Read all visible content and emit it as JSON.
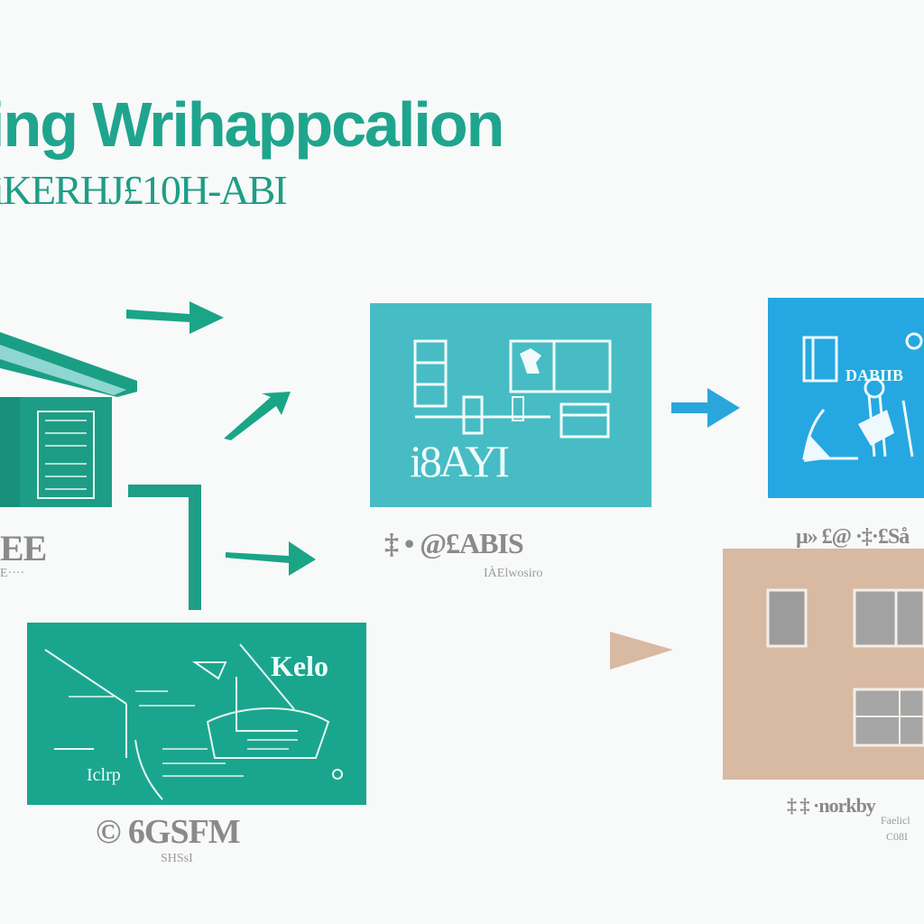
{
  "header": {
    "title": "ing Wrihappcalion",
    "subtitle": "iKERHJ£10H-ABI"
  },
  "colors": {
    "teal": "#1a9f85",
    "teal_light": "#47bcc4",
    "blue": "#25a8e1",
    "tan": "#d8b9a2",
    "gray": "#8a8a8a",
    "background": "#f8f9f9"
  },
  "nodes": {
    "house": {
      "caption": "EE",
      "subcaption": "E····"
    },
    "floor_plan": {
      "label": "i8AYI",
      "caption": "‡ • @£ABIS",
      "subcaption": "IÀElwosiro"
    },
    "workers": {
      "label": "DABIIB",
      "caption": "μ» £@ ·‡·£Så",
      "subcaption": ""
    },
    "blueprint": {
      "label": "Kelo",
      "label2": "Iclrp",
      "caption": "© 6GSFM",
      "subcaption": "SHSsI"
    },
    "building": {
      "caption": "‡ ‡ ·norkby",
      "subcaption": "Faelicl",
      "subcaption2": "C08I"
    }
  }
}
